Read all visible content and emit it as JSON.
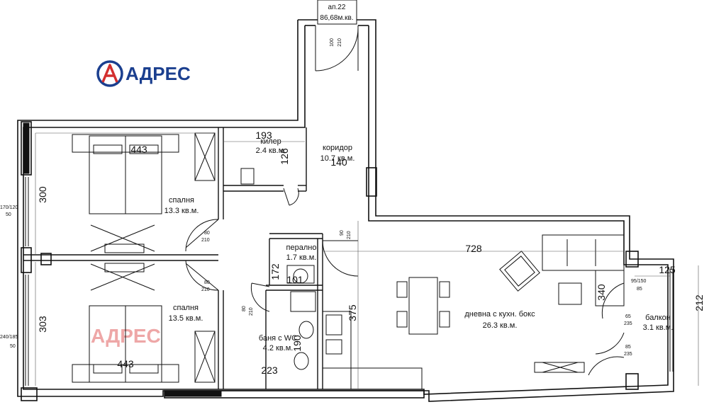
{
  "logo": {
    "text": "АДРЕС",
    "watermark": "АДРЕС",
    "brand_blue": "#1b3f8f",
    "brand_red": "#d32f2f"
  },
  "entrance": {
    "apartment": "ап.22",
    "area": "86,68м.кв.",
    "door": [
      "100",
      "210"
    ]
  },
  "rooms": {
    "bedroom1": {
      "name": "спалня",
      "area": "13.3 кв.м."
    },
    "bedroom2": {
      "name": "спалня",
      "area": "13.5 кв.м."
    },
    "closet": {
      "name": "килер",
      "area": "2.4 кв.м."
    },
    "corridor": {
      "name": "коридор",
      "area": "10.7 кв.м."
    },
    "laundry": {
      "name": "перално",
      "area": "1.7 кв.м."
    },
    "bathroom": {
      "name": "баня с WC",
      "area": "4.2 кв.м."
    },
    "living": {
      "name": "дневна с кухн. бокс",
      "area": "26.3 кв.м."
    },
    "balcony": {
      "name": "балкон",
      "area": "3.1 кв.м."
    }
  },
  "dimensions": {
    "bed1_width": "443",
    "bed2_width": "443",
    "bed1_height": "300",
    "bed2_height": "303",
    "closet_width": "193",
    "closet_height": "126",
    "corridor_width": "140",
    "living_width": "728",
    "living_height": "375",
    "laundry_height": "172",
    "laundry_width": "101",
    "bath_width": "223",
    "bath_height": "190",
    "balcony_width": "125",
    "balcony_height": "212",
    "living_depth": "340"
  },
  "doors": {
    "d1": [
      "80",
      "210"
    ],
    "d2": [
      "80",
      "210"
    ],
    "d3": [
      "80",
      "210"
    ],
    "d4": [
      "90",
      "210"
    ],
    "balcony_door1": [
      "65",
      "235"
    ],
    "balcony_door2": [
      "85",
      "235"
    ],
    "balcony_window": [
      "95/150",
      "85"
    ]
  },
  "windows": {
    "w1": [
      "170/120",
      "50"
    ],
    "w2": [
      "240/185",
      "50"
    ]
  }
}
